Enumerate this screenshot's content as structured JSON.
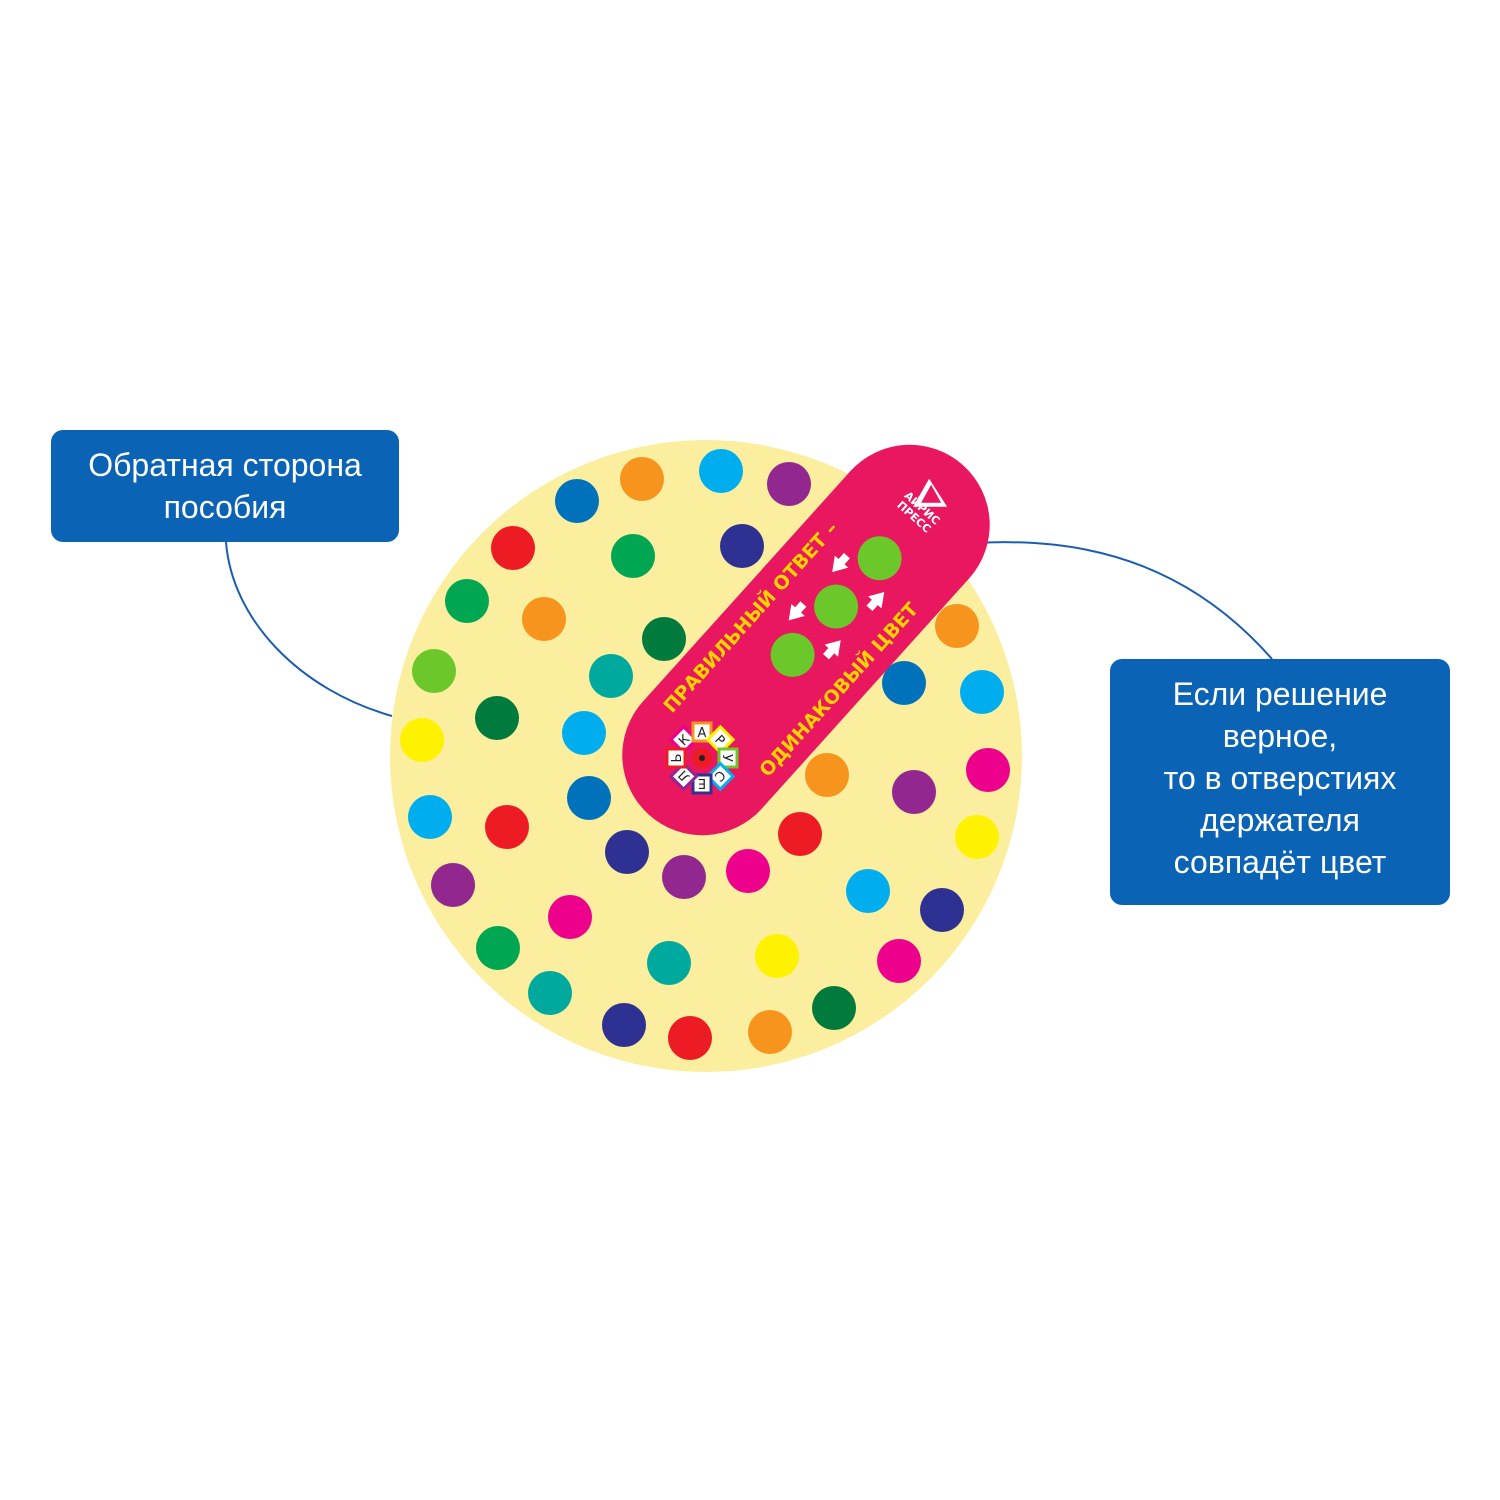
{
  "callout_left": {
    "lines": [
      "Обратная сторона",
      "пособия"
    ]
  },
  "callout_right": {
    "lines": [
      "Если решение",
      "верное,",
      "то в отверстиях",
      "держателя",
      "совпадёт цвет"
    ]
  },
  "holder": {
    "text_top": "ПРАВИЛЬНЫЙ ОТВЕТ –",
    "text_bottom": "ОДИНАКОВЫЙ ЦВЕТ",
    "brand_line1": "АЙРИС",
    "brand_line2": "ПРЕСС",
    "carousel_letters": [
      "К",
      "А",
      "Р",
      "У",
      "С",
      "Е",
      "Л",
      "Ь"
    ]
  },
  "colors": {
    "callout_bg": "#0a63b4",
    "disc_bg": "#fbee9f",
    "holder_bg": "#e9175f",
    "holder_text": "#ffd200",
    "connector": "#1b5eb0",
    "dot_red": "#ed1c24",
    "dot_orange": "#f7941d",
    "dot_blue": "#0072bc",
    "dot_cyan": "#00aeef",
    "dot_navy": "#2e3192",
    "dot_green": "#00a651",
    "dot_dark_green": "#007a3d",
    "dot_lime": "#6cc72a",
    "dot_teal": "#00a99d",
    "dot_purple": "#92278f",
    "dot_magenta": "#ec008c",
    "dot_yellow": "#fff200"
  }
}
